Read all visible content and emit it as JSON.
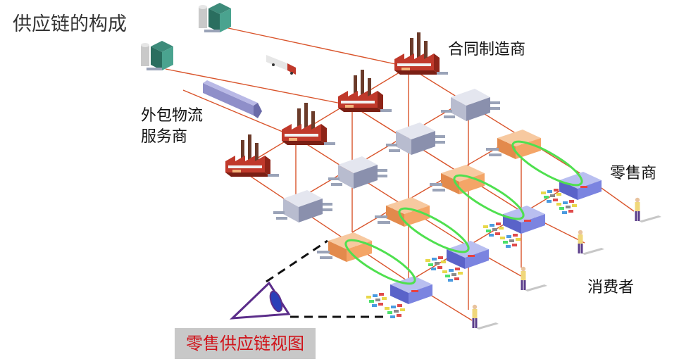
{
  "title": "供应链的构成",
  "labels": {
    "contract_manufacturer": "合同制造商",
    "logistics_provider": "外包物流\n服务商",
    "retailer": "零售商",
    "consumer": "消费者",
    "retail_view": "零售供应链视图"
  },
  "colors": {
    "grid_line": "#d9542b",
    "highlight_ellipse": "#4fe04f",
    "view_box_text": "#d0141b",
    "view_box_bg": "#c8c8c8"
  },
  "icons": [
    "warehouse-silo-icon",
    "truck-icon",
    "train-icon",
    "factory-icon",
    "distribution-center-icon",
    "store-icon",
    "retail-outlet-icon",
    "person-icon",
    "eye-icon"
  ]
}
